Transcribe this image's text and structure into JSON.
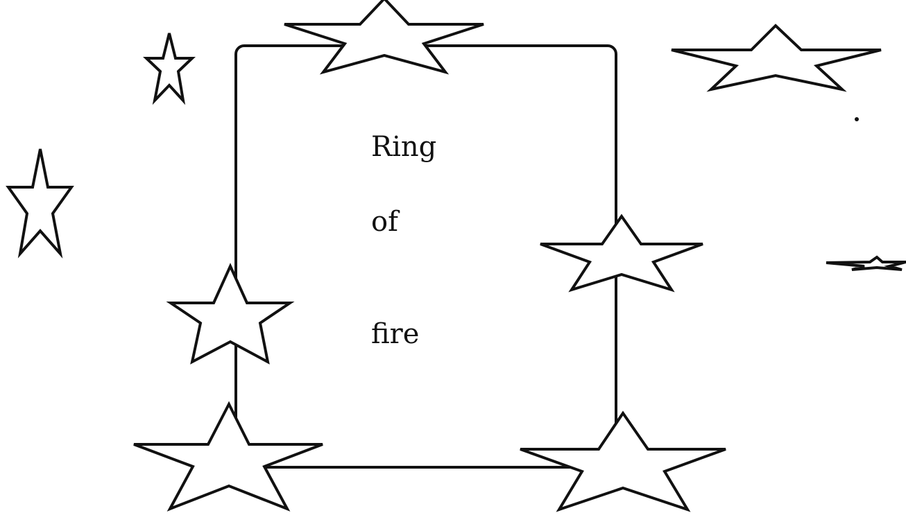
{
  "text": {
    "words": [
      "Ring",
      "of",
      "fire"
    ]
  },
  "colors": {
    "stroke": "#111111",
    "background": "#ffffff"
  }
}
